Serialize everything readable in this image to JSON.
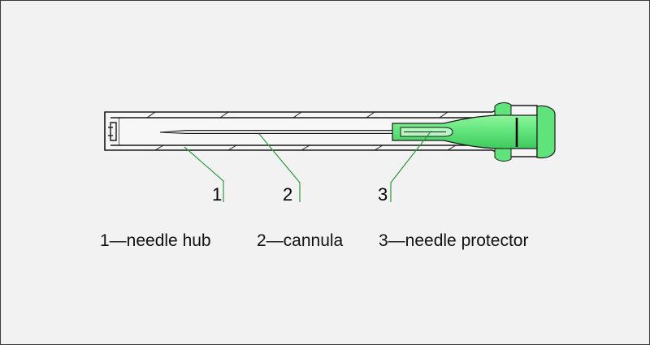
{
  "diagram": {
    "callouts": [
      {
        "number": "1"
      },
      {
        "number": "2"
      },
      {
        "number": "3"
      }
    ],
    "legend": [
      "1—needle  hub",
      "2—cannula",
      "3—needle protector"
    ],
    "colors": {
      "background": "#f2f2f2",
      "outline": "#1a1a1a",
      "protector_green": "#5fe37a",
      "protector_dark": "#2aa84a",
      "leader_line": "#2e9a3c"
    }
  }
}
